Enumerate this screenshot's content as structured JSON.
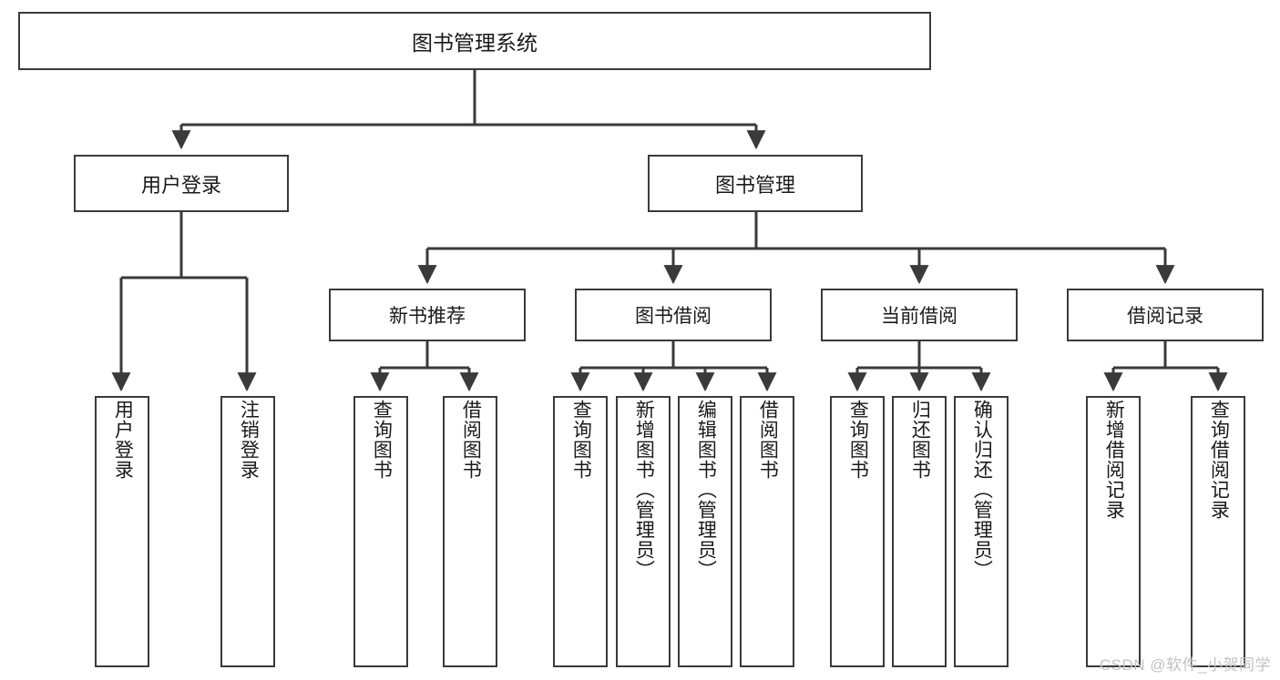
{
  "diagram": {
    "type": "tree-hierarchy",
    "orientation": "top-down",
    "title": "图书管理系统",
    "colors": {
      "background": "#ffffff",
      "node_border": "#3a3a3a",
      "node_fill": "#ffffff",
      "edge": "#3a3a3a",
      "text": "#1a1a1a",
      "watermark": "#c2c2c2"
    },
    "root": {
      "label": "图书管理系统"
    },
    "level2": [
      {
        "label": "用户登录"
      },
      {
        "label": "图书管理"
      }
    ],
    "level3": [
      {
        "label": "新书推荐"
      },
      {
        "label": "图书借阅"
      },
      {
        "label": "当前借阅"
      },
      {
        "label": "借阅记录"
      }
    ],
    "leaves": {
      "user_login": [
        {
          "label": "用户登录"
        },
        {
          "label": "注销登录"
        }
      ],
      "new_book_recommend": [
        {
          "label": "查询图书"
        },
        {
          "label": "借阅图书"
        }
      ],
      "book_borrow": [
        {
          "label": "查询图书"
        },
        {
          "label": "新增图书（管理员）"
        },
        {
          "label": "编辑图书（管理员）"
        },
        {
          "label": "借阅图书"
        }
      ],
      "current_borrow": [
        {
          "label": "查询图书"
        },
        {
          "label": "归还图书"
        },
        {
          "label": "确认归还（管理员）"
        }
      ],
      "borrow_record": [
        {
          "label": "新增借阅记录"
        },
        {
          "label": "查询借阅记录"
        }
      ]
    }
  },
  "watermark": {
    "text": "CSDN @软件_小贺同学"
  }
}
